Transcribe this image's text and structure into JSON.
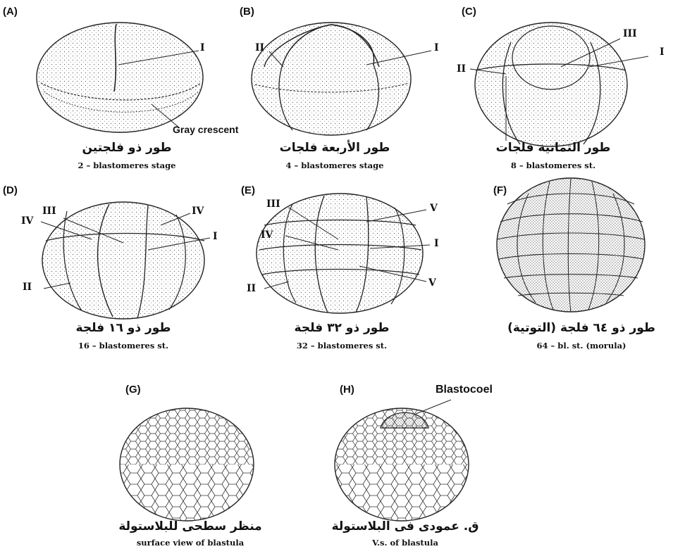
{
  "panels": [
    {
      "letter": "(A)",
      "caption_ar": "طور ذو فلجتين",
      "caption_en": "2 – blastomeres stage"
    },
    {
      "letter": "(B)",
      "caption_ar": "طور الأربعة فلجات",
      "caption_en": "4 – blastomeres stage"
    },
    {
      "letter": "(C)",
      "caption_ar": "طور الثمانية فلجات",
      "caption_en": "8 – blastomeres st."
    },
    {
      "letter": "(D)",
      "caption_ar": "طور ذو ١٦ فلجة",
      "caption_en": "16 – blastomeres st."
    },
    {
      "letter": "(E)",
      "caption_ar": "طور ذو ٣٢ فلجة",
      "caption_en": "32 – blastomeres st."
    },
    {
      "letter": "(F)",
      "caption_ar": "طور ذو ٦٤ فلجة (التوتية)",
      "caption_en": "64 – bl. st. (morula)"
    },
    {
      "letter": "(G)",
      "caption_ar": "منظر سطحى للبلاستولة",
      "caption_en": "surface view of blastula"
    },
    {
      "letter": "(H)",
      "caption_ar": "ق. عمودى فى البلاستولة",
      "caption_en": "V.s. of blastula"
    }
  ],
  "labels": {
    "a_i": "I",
    "gray_crescent": "Gray crescent",
    "b_ii": "II",
    "b_i": "I",
    "c_iii": "III",
    "c_i": "I",
    "c_ii": "II",
    "d_iii": "III",
    "d_iv_l": "IV",
    "d_iv_r": "IV",
    "d_i": "I",
    "d_ii": "II",
    "e_iii": "III",
    "e_v_top": "V",
    "e_iv": "IV",
    "e_i": "I",
    "e_ii": "II",
    "e_v_bot": "V",
    "blastocoel": "Blastocoel"
  }
}
